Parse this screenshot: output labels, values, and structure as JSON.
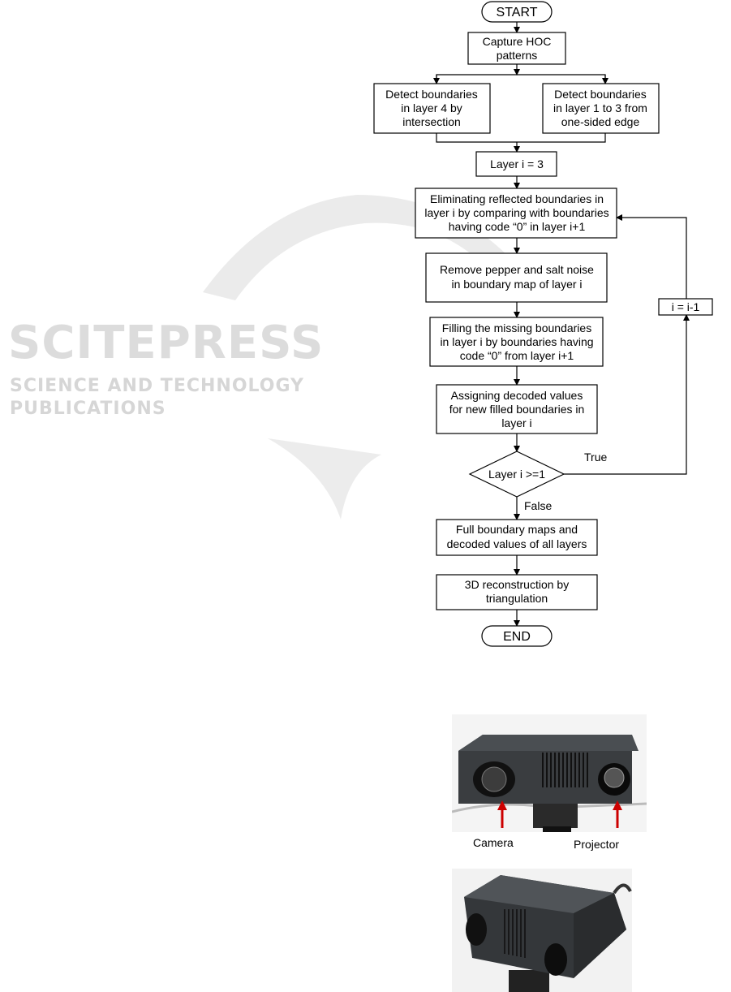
{
  "watermark": {
    "title": "SCITEPRESS",
    "subtitle": "SCIENCE AND TECHNOLOGY PUBLICATIONS"
  },
  "flowchart": {
    "start": "START",
    "capture": [
      "Capture HOC",
      "patterns"
    ],
    "detect_left": [
      "Detect boundaries",
      "in layer 4 by",
      "intersection"
    ],
    "detect_right": [
      "Detect boundaries",
      "in layer 1 to 3 from",
      "one-sided edge"
    ],
    "layer_init": "Layer i = 3",
    "eliminate": [
      "Eliminating reflected boundaries in",
      "layer i by comparing with boundaries",
      "having code “0” in layer i+1"
    ],
    "remove_noise": [
      "Remove pepper and salt noise",
      "in boundary map of layer i"
    ],
    "filling": [
      "Filling the missing boundaries",
      "in layer i by boundaries having",
      "code “0” from layer i+1"
    ],
    "assigning": [
      "Assigning decoded values",
      "for new filled boundaries in",
      "layer i"
    ],
    "decision": "Layer i >=1",
    "true_label": "True",
    "false_label": "False",
    "decrement": "i = i-1",
    "full_maps": [
      "Full boundary maps and",
      "decoded values of all layers"
    ],
    "reconstruction": [
      "3D reconstruction by",
      "triangulation"
    ],
    "end": "END"
  },
  "figure": {
    "camera_label": "Camera",
    "projector_label": "Projector"
  }
}
